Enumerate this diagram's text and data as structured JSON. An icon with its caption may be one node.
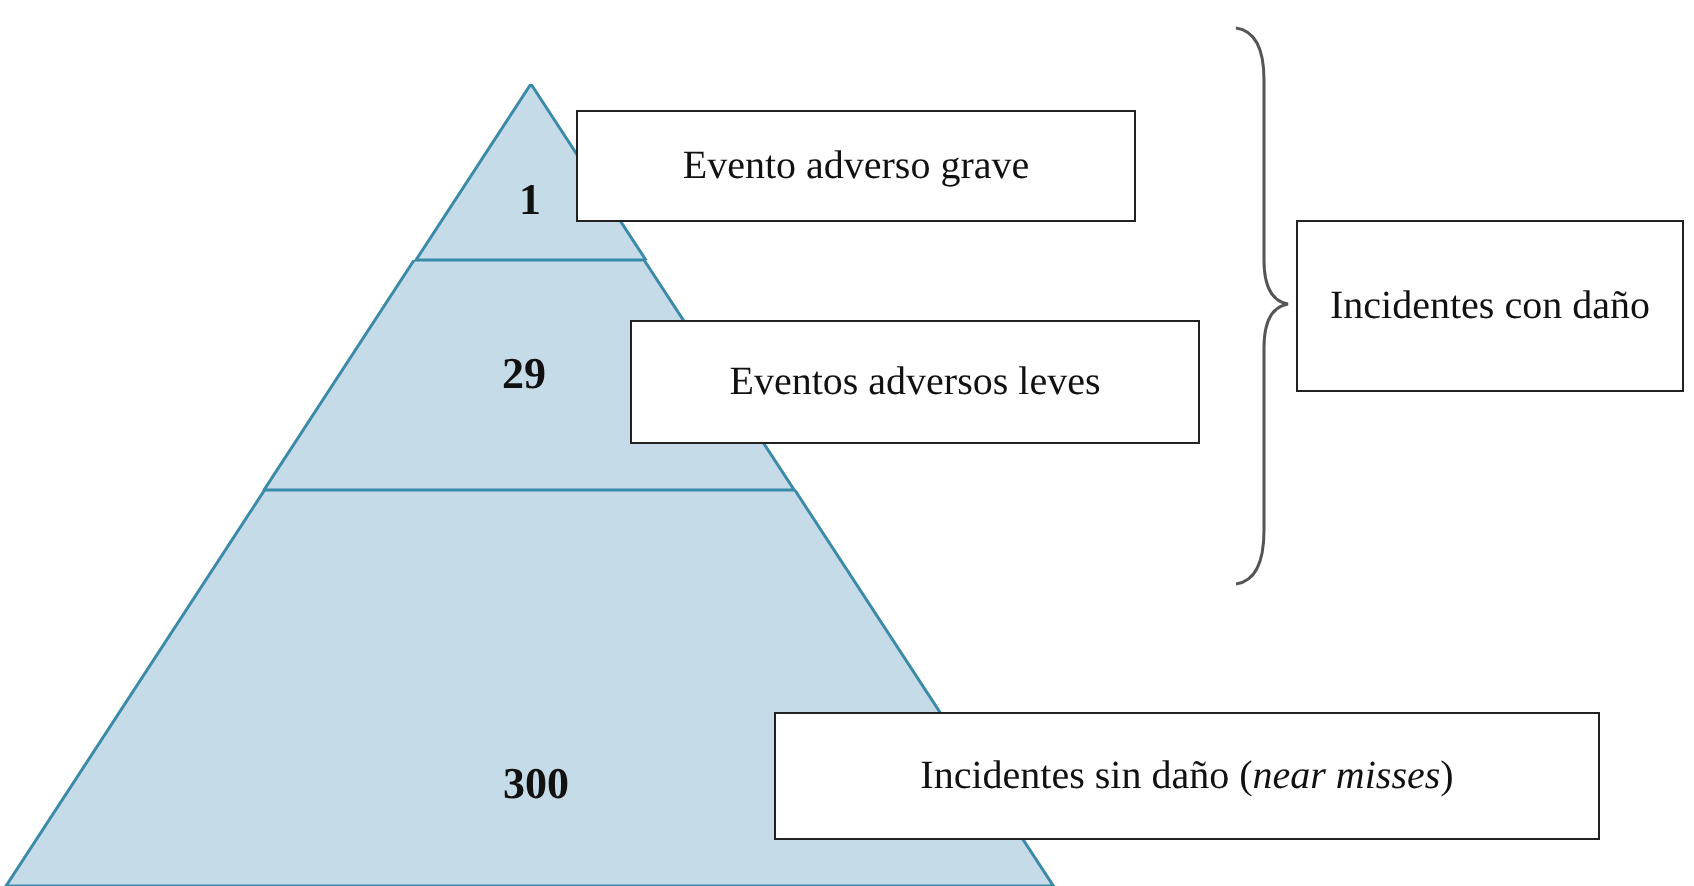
{
  "diagram": {
    "nodes": [
      {
        "text": [
          "1"
        ]
      },
      {
        "text": [
          "29"
        ]
      },
      {
        "text": [
          "300"
        ]
      },
      {
        "text": [
          "Evento adverso grave"
        ]
      },
      {
        "text": [
          "Eventos adversos leves"
        ]
      },
      {
        "text": [
          "Incidentes sin daño (*near misses*)"
        ]
      },
      {
        "text": [
          "Incidentes con daño"
        ]
      }
    ],
    "edges": []
  }
}
